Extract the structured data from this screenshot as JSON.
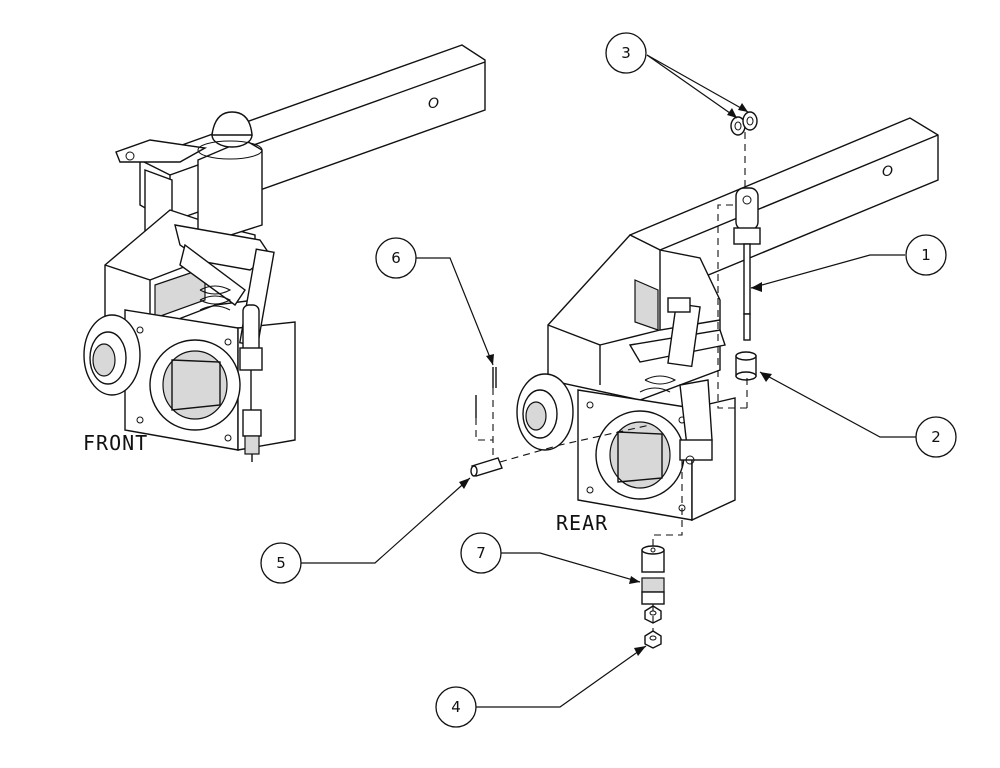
{
  "diagram": {
    "views": [
      {
        "id": "front",
        "label": "FRONT"
      },
      {
        "id": "rear",
        "label": "REAR"
      }
    ],
    "frame_marks": [
      "O",
      "O"
    ],
    "callouts": [
      {
        "id": "1",
        "label": "1"
      },
      {
        "id": "2",
        "label": "2"
      },
      {
        "id": "3",
        "label": "3"
      },
      {
        "id": "4",
        "label": "4"
      },
      {
        "id": "5",
        "label": "5"
      },
      {
        "id": "6",
        "label": "6"
      },
      {
        "id": "7",
        "label": "7"
      }
    ]
  }
}
